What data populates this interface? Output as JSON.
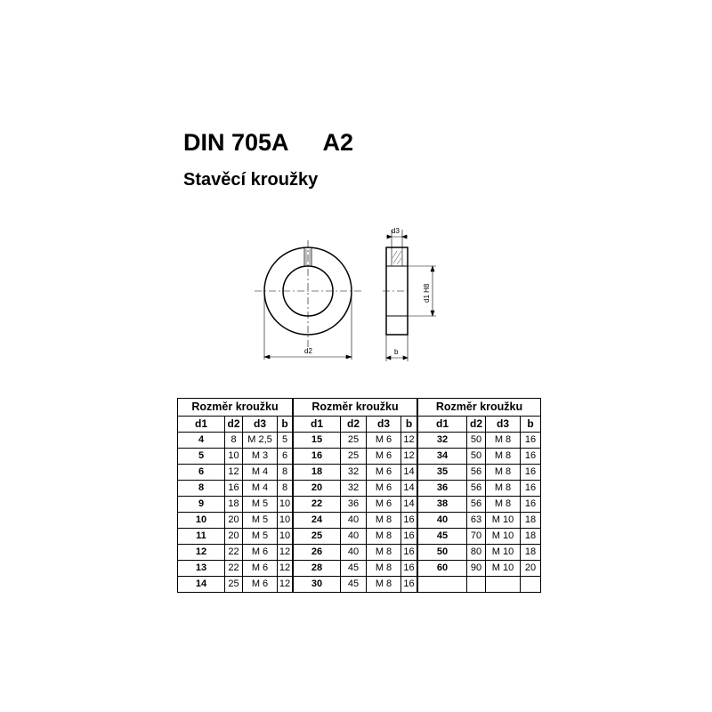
{
  "header": {
    "standard": "DIN 705A",
    "material": "A2",
    "subtitle": "Stavěcí kroužky"
  },
  "drawing": {
    "labels": {
      "d2": "d2",
      "d3": "d3",
      "b": "b",
      "d1": "d1 H8"
    }
  },
  "table": {
    "group_header": "Rozměr kroužku",
    "columns": [
      "d1",
      "d2",
      "d3",
      "b"
    ],
    "groups": [
      {
        "rows": [
          [
            "4",
            "8",
            "M 2,5",
            "5"
          ],
          [
            "5",
            "10",
            "M 3",
            "6"
          ],
          [
            "6",
            "12",
            "M 4",
            "8"
          ],
          [
            "8",
            "16",
            "M 4",
            "8"
          ],
          [
            "9",
            "18",
            "M 5",
            "10"
          ],
          [
            "10",
            "20",
            "M 5",
            "10"
          ],
          [
            "11",
            "20",
            "M 5",
            "10"
          ],
          [
            "12",
            "22",
            "M 6",
            "12"
          ],
          [
            "13",
            "22",
            "M 6",
            "12"
          ],
          [
            "14",
            "25",
            "M 6",
            "12"
          ]
        ]
      },
      {
        "rows": [
          [
            "15",
            "25",
            "M 6",
            "12"
          ],
          [
            "16",
            "25",
            "M 6",
            "12"
          ],
          [
            "18",
            "32",
            "M 6",
            "14"
          ],
          [
            "20",
            "32",
            "M 6",
            "14"
          ],
          [
            "22",
            "36",
            "M 6",
            "14"
          ],
          [
            "24",
            "40",
            "M 8",
            "16"
          ],
          [
            "25",
            "40",
            "M 8",
            "16"
          ],
          [
            "26",
            "40",
            "M 8",
            "16"
          ],
          [
            "28",
            "45",
            "M 8",
            "16"
          ],
          [
            "30",
            "45",
            "M 8",
            "16"
          ]
        ]
      },
      {
        "rows": [
          [
            "32",
            "50",
            "M 8",
            "16"
          ],
          [
            "34",
            "50",
            "M 8",
            "16"
          ],
          [
            "35",
            "56",
            "M 8",
            "16"
          ],
          [
            "36",
            "56",
            "M 8",
            "16"
          ],
          [
            "38",
            "56",
            "M 8",
            "16"
          ],
          [
            "40",
            "63",
            "M 10",
            "18"
          ],
          [
            "45",
            "70",
            "M 10",
            "18"
          ],
          [
            "50",
            "80",
            "M 10",
            "18"
          ],
          [
            "60",
            "90",
            "M 10",
            "20"
          ],
          [
            "",
            "",
            "",
            ""
          ]
        ]
      }
    ]
  }
}
